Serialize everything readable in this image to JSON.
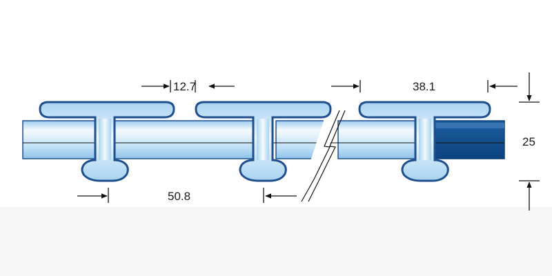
{
  "dimensions": {
    "cap_gap": "12.7",
    "cap_width": "38.1",
    "pitch": "50.8",
    "thickness": "25"
  },
  "colors": {
    "outline": "#1f4f8f",
    "light_blue": "#a9d3f0",
    "pale_blue": "#dcedf9",
    "highlight": "#f4fafe",
    "dark_blue": "#0f4b8a",
    "line": "#111111"
  }
}
